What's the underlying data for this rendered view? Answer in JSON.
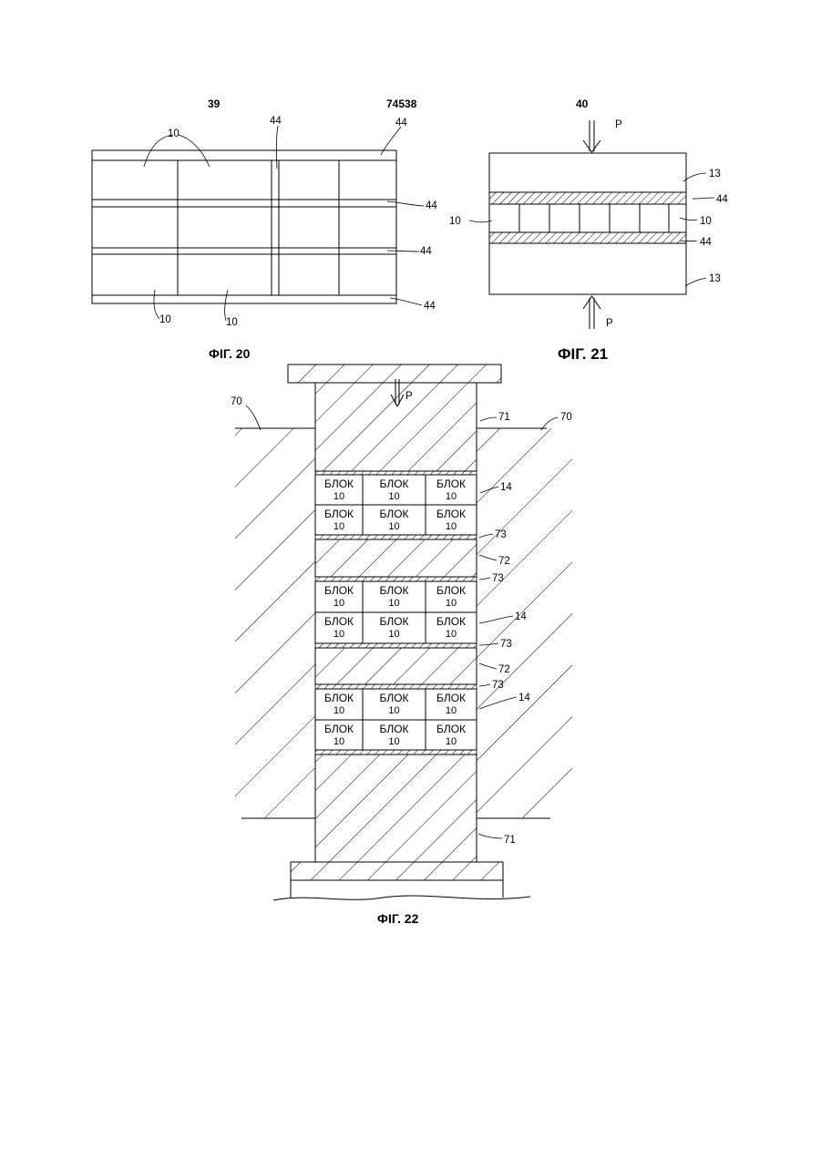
{
  "header": {
    "page_left": "39",
    "patent_number": "74538",
    "page_right": "40"
  },
  "fig20": {
    "caption": "ФІГ. 20",
    "refs": {
      "block": "10",
      "layer": "44"
    }
  },
  "fig21": {
    "caption": "ФІГ. 21",
    "refs": {
      "force": "P",
      "plate": "13",
      "layer": "44",
      "block": "10"
    }
  },
  "fig22": {
    "caption": "ФІГ. 22",
    "block_word": "БЛОК",
    "block_num": "10",
    "refs": {
      "force": "P",
      "ground": "70",
      "pile": "71",
      "spacer": "72",
      "layer": "73",
      "assembly": "14"
    }
  }
}
